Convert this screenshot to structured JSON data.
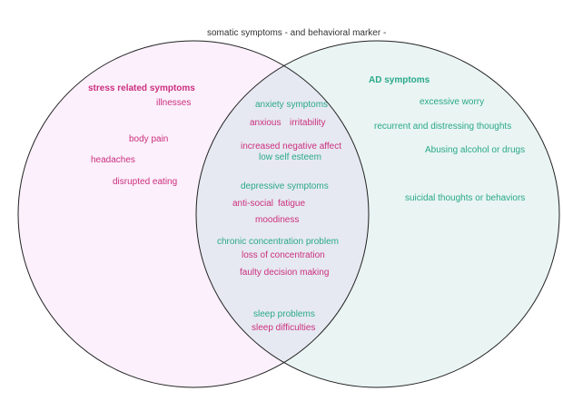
{
  "diagram": {
    "title": "somatic symptoms - and behavioral marker -",
    "colors": {
      "stress": "#cc2f7f",
      "ad": "#2aa88a",
      "outline": "#222222",
      "left_fill": "#fbf0fb",
      "right_fill": "#e9f4f3",
      "overlap_fill": "#e6e9f1"
    },
    "left_set": {
      "heading": "stress related symptoms",
      "items": [
        "illnesses",
        "body pain",
        "headaches",
        "disrupted eating"
      ]
    },
    "right_set": {
      "heading": "AD symptoms",
      "items": [
        "excessive worry",
        "recurrent and distressing thoughts",
        "Abusing alcohol or drugs",
        "suicidal thoughts or behaviors"
      ]
    },
    "overlap": {
      "anxiety_symptoms": "anxiety symptoms",
      "anxious": "anxious",
      "irritability": "irritability",
      "increased_negative_affect": "increased negative affect",
      "low_self_esteem": "low self esteem",
      "depressive_symptoms": "depressive symptoms",
      "anti_social": "anti-social",
      "fatigue": "fatigue",
      "moodiness": "moodiness",
      "chronic_concentration_problem": "chronic concentration problem",
      "loss_of_concentration": "loss of concentration",
      "faulty_decision_making": "faulty decision making",
      "sleep_problems": "sleep problems",
      "sleep_difficulties": "sleep difficulties"
    }
  }
}
